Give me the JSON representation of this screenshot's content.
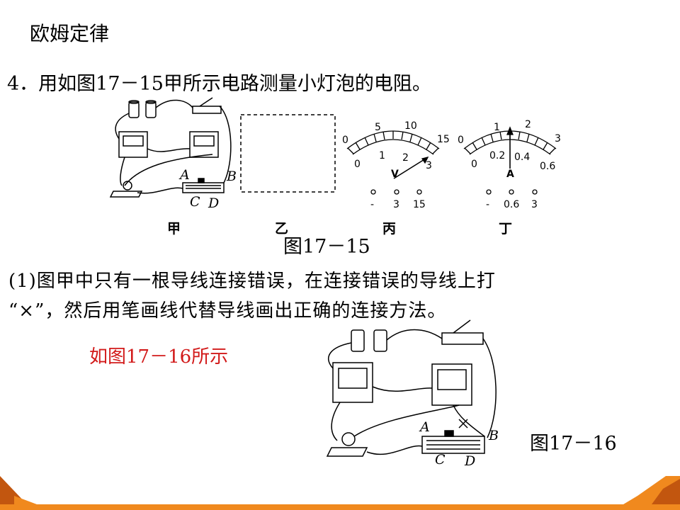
{
  "slide_title": "欧姆定律",
  "question": "4．用如图17－15甲所示电路测量小灯泡的电阻。",
  "figure_17_15": {
    "caption": "图17－15",
    "sub_labels": [
      "甲",
      "乙",
      "丙",
      "丁"
    ],
    "circuit_letters": {
      "a": "A",
      "b": "B",
      "c": "C",
      "d": "D"
    },
    "voltmeter": {
      "symbol": "V",
      "upper_scale": [
        "0",
        "5",
        "10",
        "15"
      ],
      "lower_scale": [
        "0",
        "1",
        "2",
        "3"
      ],
      "terminals": [
        "-",
        "3",
        "15"
      ]
    },
    "ammeter": {
      "symbol": "A",
      "upper_scale": [
        "0",
        "1",
        "2",
        "3"
      ],
      "lower_scale": [
        "0",
        "0.2",
        "0.4",
        "0.6"
      ],
      "terminals": [
        "-",
        "0.6",
        "3"
      ]
    }
  },
  "part1": {
    "line1": "(1)图甲中只有一根导线连接错误，在连接错误的导线上打",
    "line2": "“×”，然后用笔画线代替导线画出正确的连接方法。"
  },
  "answer": "如图17－16所示",
  "figure_17_16": {
    "caption": "图17－16",
    "circuit_letters": {
      "a": "A",
      "b": "B",
      "c": "C",
      "d": "D"
    }
  },
  "colors": {
    "answer": "#d21a1a",
    "decor_orange": "#f0891e",
    "decor_dark": "#c2560f"
  }
}
